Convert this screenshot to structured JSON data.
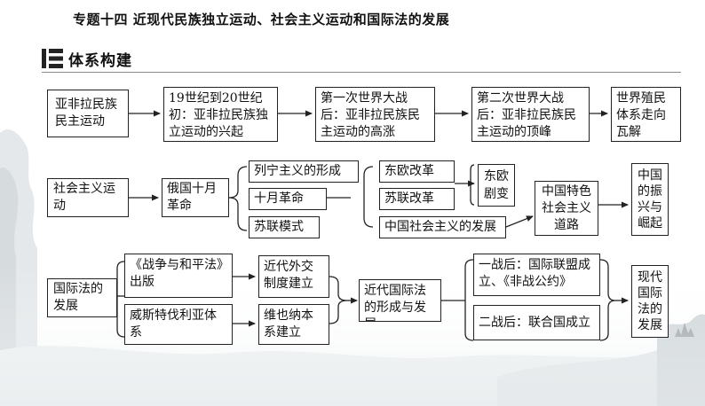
{
  "header": {
    "title": "专题十四  近现代民族独立运动、社会主义运动和国际法的发展",
    "section_label": "体系构建"
  },
  "row1": {
    "start": "亚非拉民族民主运动",
    "step1": "19世纪到20世纪初：亚非拉民族独立运动的兴起",
    "step2": "第一次世界大战后：亚非拉民族民主运动的高涨",
    "step3": "第二次世界大战后：亚非拉民族民主运动的顶峰",
    "end": "世界殖民体系走向瓦解"
  },
  "row2": {
    "start": "社会主义运动",
    "revolution": "俄国十月革命",
    "branch1": "列宁主义的形成",
    "branch2": "十月革命",
    "branch3": "苏联模式",
    "reform1": "东欧改革",
    "reform2": "苏联改革",
    "drastic_change": "东欧剧变",
    "chinese_dev": "中国社会主义的发展",
    "chinese_road": "中国特色社会主义道路",
    "end": "中国的振兴与崛起"
  },
  "row3": {
    "start": "国际法的发展",
    "book": "《战争与和平法》出版",
    "westphalia": "威斯特伐利亚体系",
    "diplomacy": "近代外交制度建立",
    "vienna": "维也纳本系建立",
    "formation": "近代国际法的形成与发展",
    "post_ww1": "一战后：国际联盟成立、《非战公约》",
    "post_ww2": "二战后：联合国成立",
    "end": "现代国际法的发展"
  },
  "colors": {
    "line": "#222222",
    "background": "#ffffff",
    "ink_wash": "#dfe3e6"
  }
}
